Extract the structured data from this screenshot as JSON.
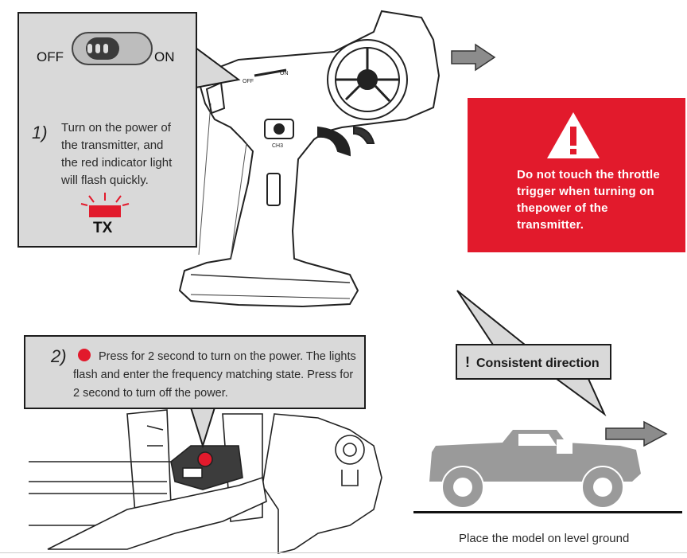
{
  "step1": {
    "off_label": "OFF",
    "on_label": "ON",
    "number": "1)",
    "text": "Turn on the power of the transmitter, and the red indicator light will flash quickly.",
    "indicator_label": "TX"
  },
  "warning": {
    "text": "Do not touch the throttle trigger when turning on thepower of the transmitter."
  },
  "step2": {
    "number": "2)",
    "text": "Press for 2 second to turn on the power. The lights flash and enter the frequency matching state. Press for 2 second to turn off the power."
  },
  "direction": {
    "icon": "!",
    "label": "Consistent direction"
  },
  "ground": {
    "caption": "Place the model on level ground"
  },
  "transmitter": {
    "off_mark": "OFF",
    "on_mark": "ON",
    "ch_label": "CH3"
  },
  "colors": {
    "accent_red": "#e21a2c",
    "callout_gray": "#d9d9d9",
    "truck_gray": "#9a9a9a",
    "arrow_gray": "#8c8c8c"
  }
}
